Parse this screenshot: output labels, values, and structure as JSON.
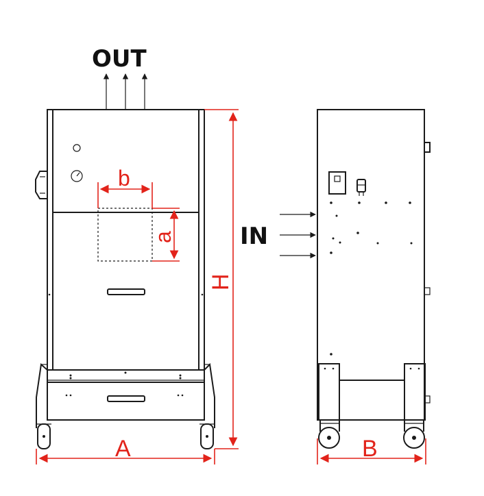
{
  "labels": {
    "out": "OUT",
    "in": "IN",
    "dim_a_small": "a",
    "dim_b_small": "b",
    "dim_h": "H",
    "dim_a": "A",
    "dim_b": "B"
  },
  "colors": {
    "dimension": "#e2231a",
    "outline": "#1a1a1a",
    "background": "#ffffff"
  }
}
